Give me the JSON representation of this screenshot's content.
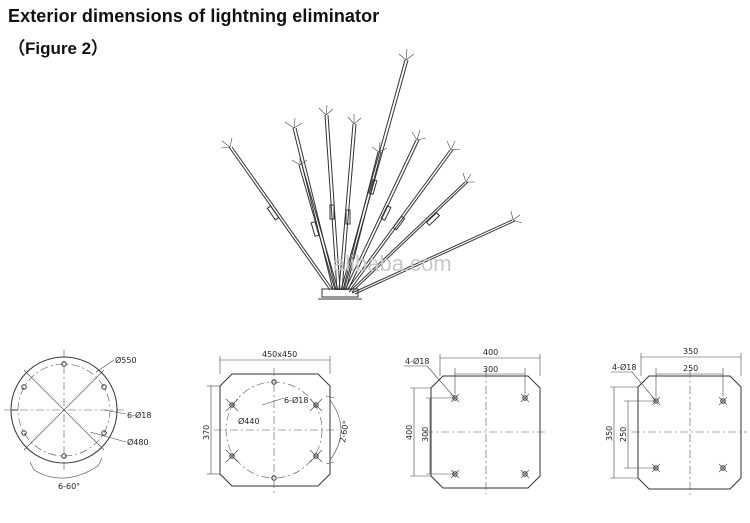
{
  "header": {
    "title": "Exterior dimensions of lightning eliminator",
    "subtitle": "（Figure 2）"
  },
  "watermark": "alibaba.com",
  "diagram_circle": {
    "diameter_label": "Ø550",
    "holes_label": "6-Ø18",
    "pcd_label": "Ø480",
    "angle_label": "6-60°"
  },
  "diagram_square_450": {
    "size_label": "450x450",
    "height_label": "370",
    "pcd_label": "Ø440",
    "holes_label": "6-Ø18",
    "angle_label": "2-60°"
  },
  "diagram_square_400": {
    "holes_label": "4-Ø18",
    "outer_width": "400",
    "inner_width": "300",
    "outer_height": "400",
    "inner_height": "300"
  },
  "diagram_square_350": {
    "holes_label": "4-Ø18",
    "outer_width": "350",
    "inner_width": "250",
    "outer_height": "350",
    "inner_height": "250"
  }
}
